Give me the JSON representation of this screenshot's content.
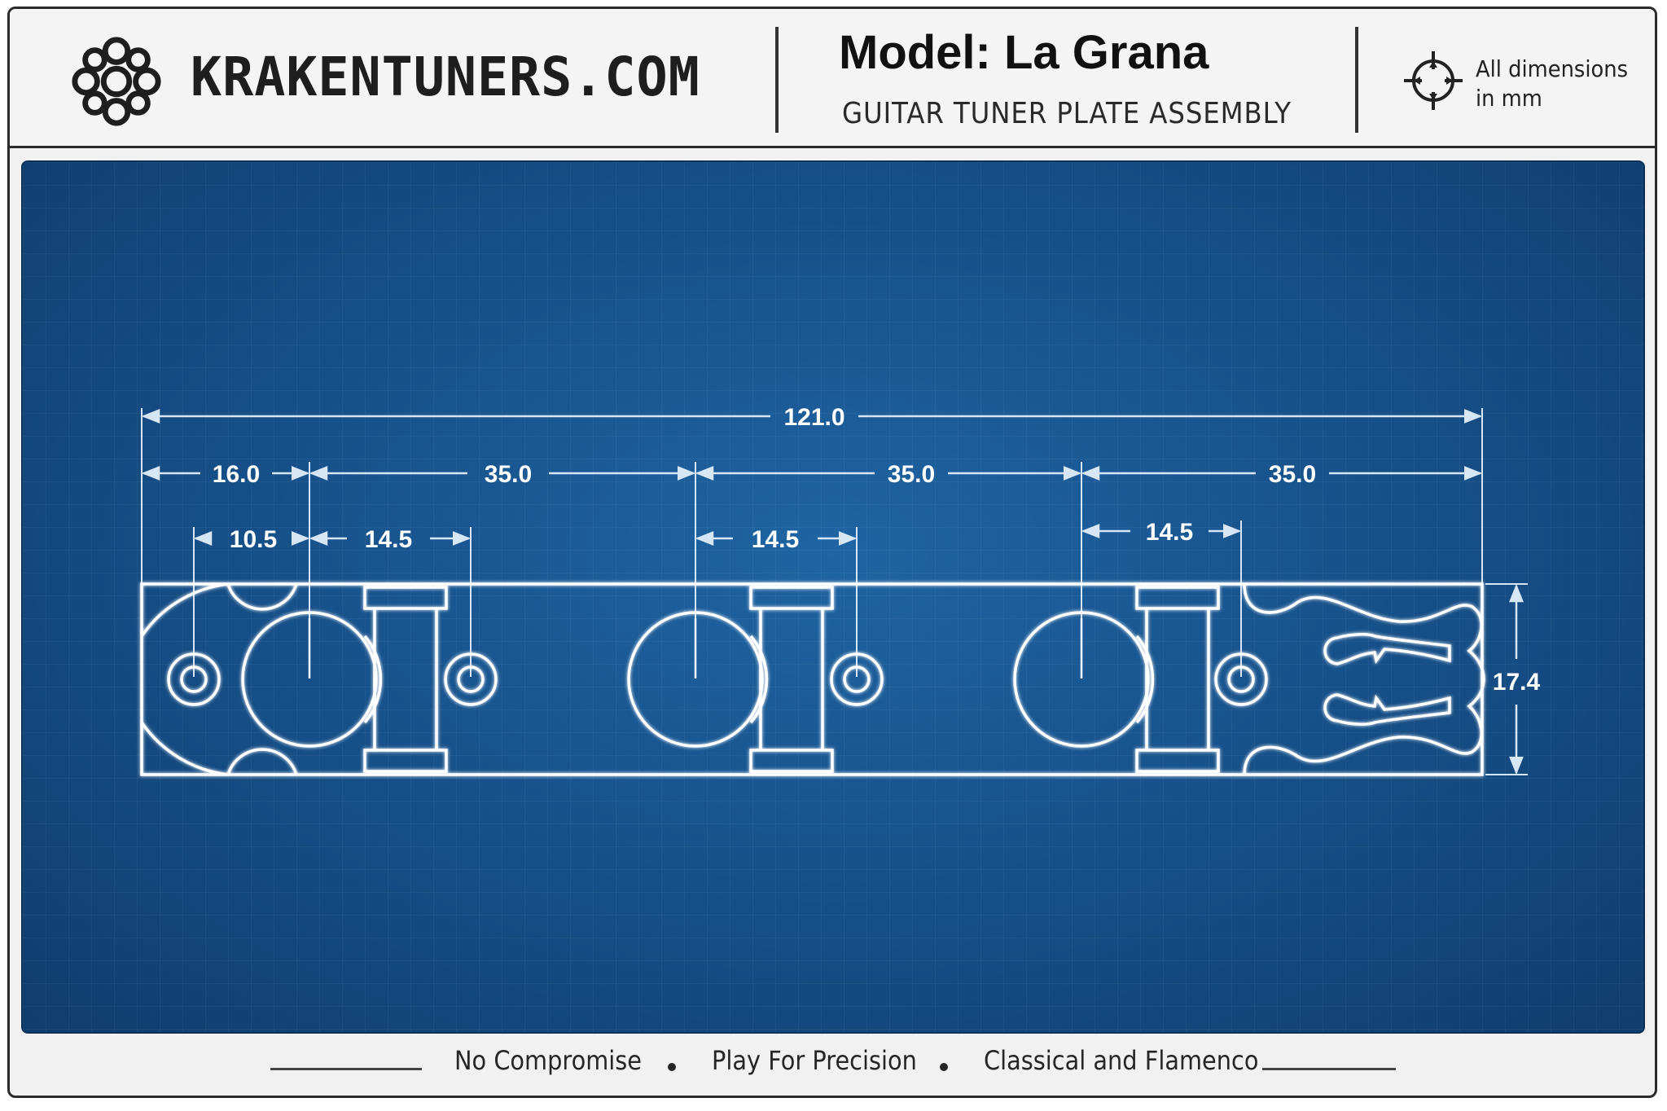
{
  "header": {
    "brand": "KRAKENTUNERS.COM",
    "logo_icon": "knot-logo-icon",
    "model": "Model: La Grana",
    "subtitle": "GUITAR TUNER PLATE ASSEMBLY",
    "units_icon": "crosshair-target-icon",
    "units_line1": "All dimensions",
    "units_line2": "in mm"
  },
  "drawing": {
    "overall_length": "121.0",
    "spacing_first": "16.0",
    "spacing_1": "35.0",
    "spacing_2": "35.0",
    "spacing_3": "35.0",
    "screw_offset_left": "10.5",
    "screw_offset_1": "14.5",
    "screw_offset_2": "14.5",
    "screw_offset_3": "14.5",
    "plate_height": "17.4",
    "colors": {
      "background": "#164e86",
      "line": "#ffffff",
      "dimension": "#d6e6f5"
    }
  },
  "footer": {
    "tagline_1": "No Compromise",
    "tagline_2": "Play For Precision",
    "tagline_3": "Classical and Flamenco"
  }
}
